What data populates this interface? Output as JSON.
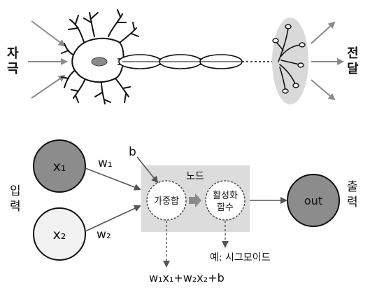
{
  "neuron": {
    "stimulus_label_1": "자",
    "stimulus_label_2": "극",
    "transmit_label_1": "전",
    "transmit_label_2": "달"
  },
  "network": {
    "input_x1": "x₁",
    "input_x2": "x₂",
    "weight_w1": "w₁",
    "weight_w2": "w₂",
    "bias": "b",
    "node_title": "노드",
    "weighted_sum": "가중합",
    "activation_line1": "활성화",
    "activation_line2": "함수",
    "output": "out",
    "input_label_1": "입",
    "input_label_2": "력",
    "output_label_1": "출",
    "output_label_2": "력",
    "example": "예: 시그모이드",
    "formula": "w₁x₁+w₂x₂+b"
  }
}
